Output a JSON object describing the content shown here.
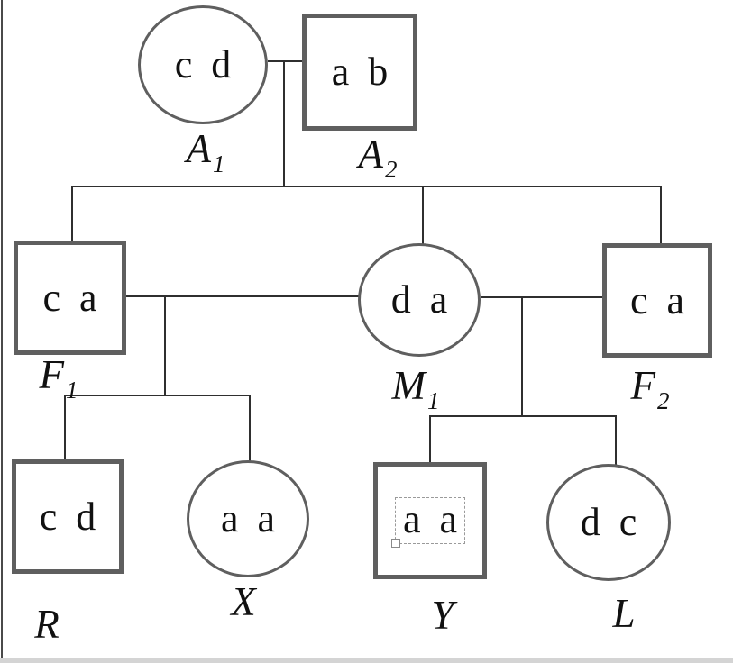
{
  "diagram": {
    "type": "pedigree-genetics-diagram",
    "individuals": [
      {
        "id": "A1",
        "sex": "female",
        "shape": "circle",
        "genotype": "c d",
        "label_base": "A",
        "label_sub": "1"
      },
      {
        "id": "A2",
        "sex": "male",
        "shape": "square",
        "genotype": "a b",
        "label_base": "A",
        "label_sub": "2"
      },
      {
        "id": "F1",
        "sex": "male",
        "shape": "square",
        "genotype": "c a",
        "label_base": "F",
        "label_sub": "1"
      },
      {
        "id": "M1",
        "sex": "female",
        "shape": "circle",
        "genotype": "d a",
        "label_base": "M",
        "label_sub": "1"
      },
      {
        "id": "F2",
        "sex": "male",
        "shape": "square",
        "genotype": "c a",
        "label_base": "F",
        "label_sub": "2"
      },
      {
        "id": "R",
        "sex": "male",
        "shape": "square",
        "genotype": "c d",
        "label_base": "R",
        "label_sub": ""
      },
      {
        "id": "X",
        "sex": "female",
        "shape": "circle",
        "genotype": "a a",
        "label_base": "X",
        "label_sub": ""
      },
      {
        "id": "Y",
        "sex": "male",
        "shape": "square",
        "genotype": "a a",
        "label_base": "Y",
        "label_sub": ""
      },
      {
        "id": "L",
        "sex": "female",
        "shape": "circle",
        "genotype": "d c",
        "label_base": "L",
        "label_sub": ""
      }
    ],
    "matings": [
      {
        "partners": [
          "A1",
          "A2"
        ],
        "children": [
          "F1",
          "M1",
          "F2"
        ]
      },
      {
        "partners": [
          "F1",
          "M1"
        ],
        "children": [
          "R",
          "X"
        ]
      },
      {
        "partners": [
          "M1",
          "F2"
        ],
        "children": [
          "Y",
          "L"
        ]
      }
    ],
    "artifacts": {
      "selection_marquee_on": "Y"
    },
    "colors": {
      "background": "#ffffff",
      "shape_outline": "#5f5f5f",
      "connector_line": "#2f2f2f",
      "text": "#111111",
      "frame_left_line": "#4a4a4a",
      "bottom_edge_band": "#d4d4d4"
    }
  }
}
